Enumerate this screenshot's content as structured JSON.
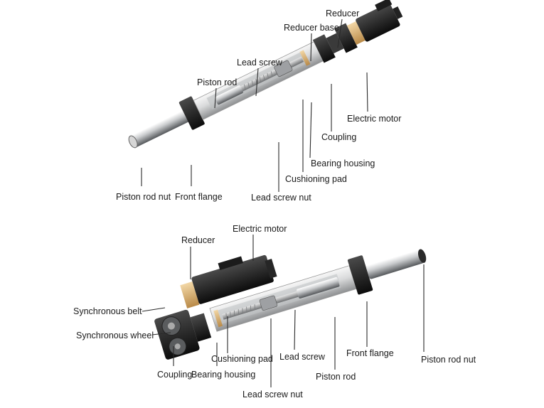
{
  "top_diagram": {
    "labels": {
      "reducer": "Reducer",
      "reducer_base": "Reducer base",
      "lead_screw": "Lead screw",
      "piston_rod": "Piston rod",
      "electric_motor": "Electric motor",
      "coupling": "Coupling",
      "bearing_housing": "Bearing housing",
      "cushioning_pad": "Cushioning pad",
      "piston_rod_nut": "Piston rod nut",
      "front_flange": "Front flange",
      "lead_screw_nut": "Lead screw nut"
    }
  },
  "bottom_diagram": {
    "labels": {
      "reducer": "Reducer",
      "electric_motor": "Electric motor",
      "synchronous_belt": "Synchronous belt",
      "synchronous_wheel": "Synchronous wheel",
      "cushioning_pad": "Cushioning pad",
      "lead_screw": "Lead screw",
      "front_flange": "Front flange",
      "piston_rod_nut": "Piston rod nut",
      "coupling": "Coupling",
      "bearing_housing": "Bearing housing",
      "piston_rod": "Piston rod",
      "lead_screw_nut": "Lead screw nut"
    }
  }
}
